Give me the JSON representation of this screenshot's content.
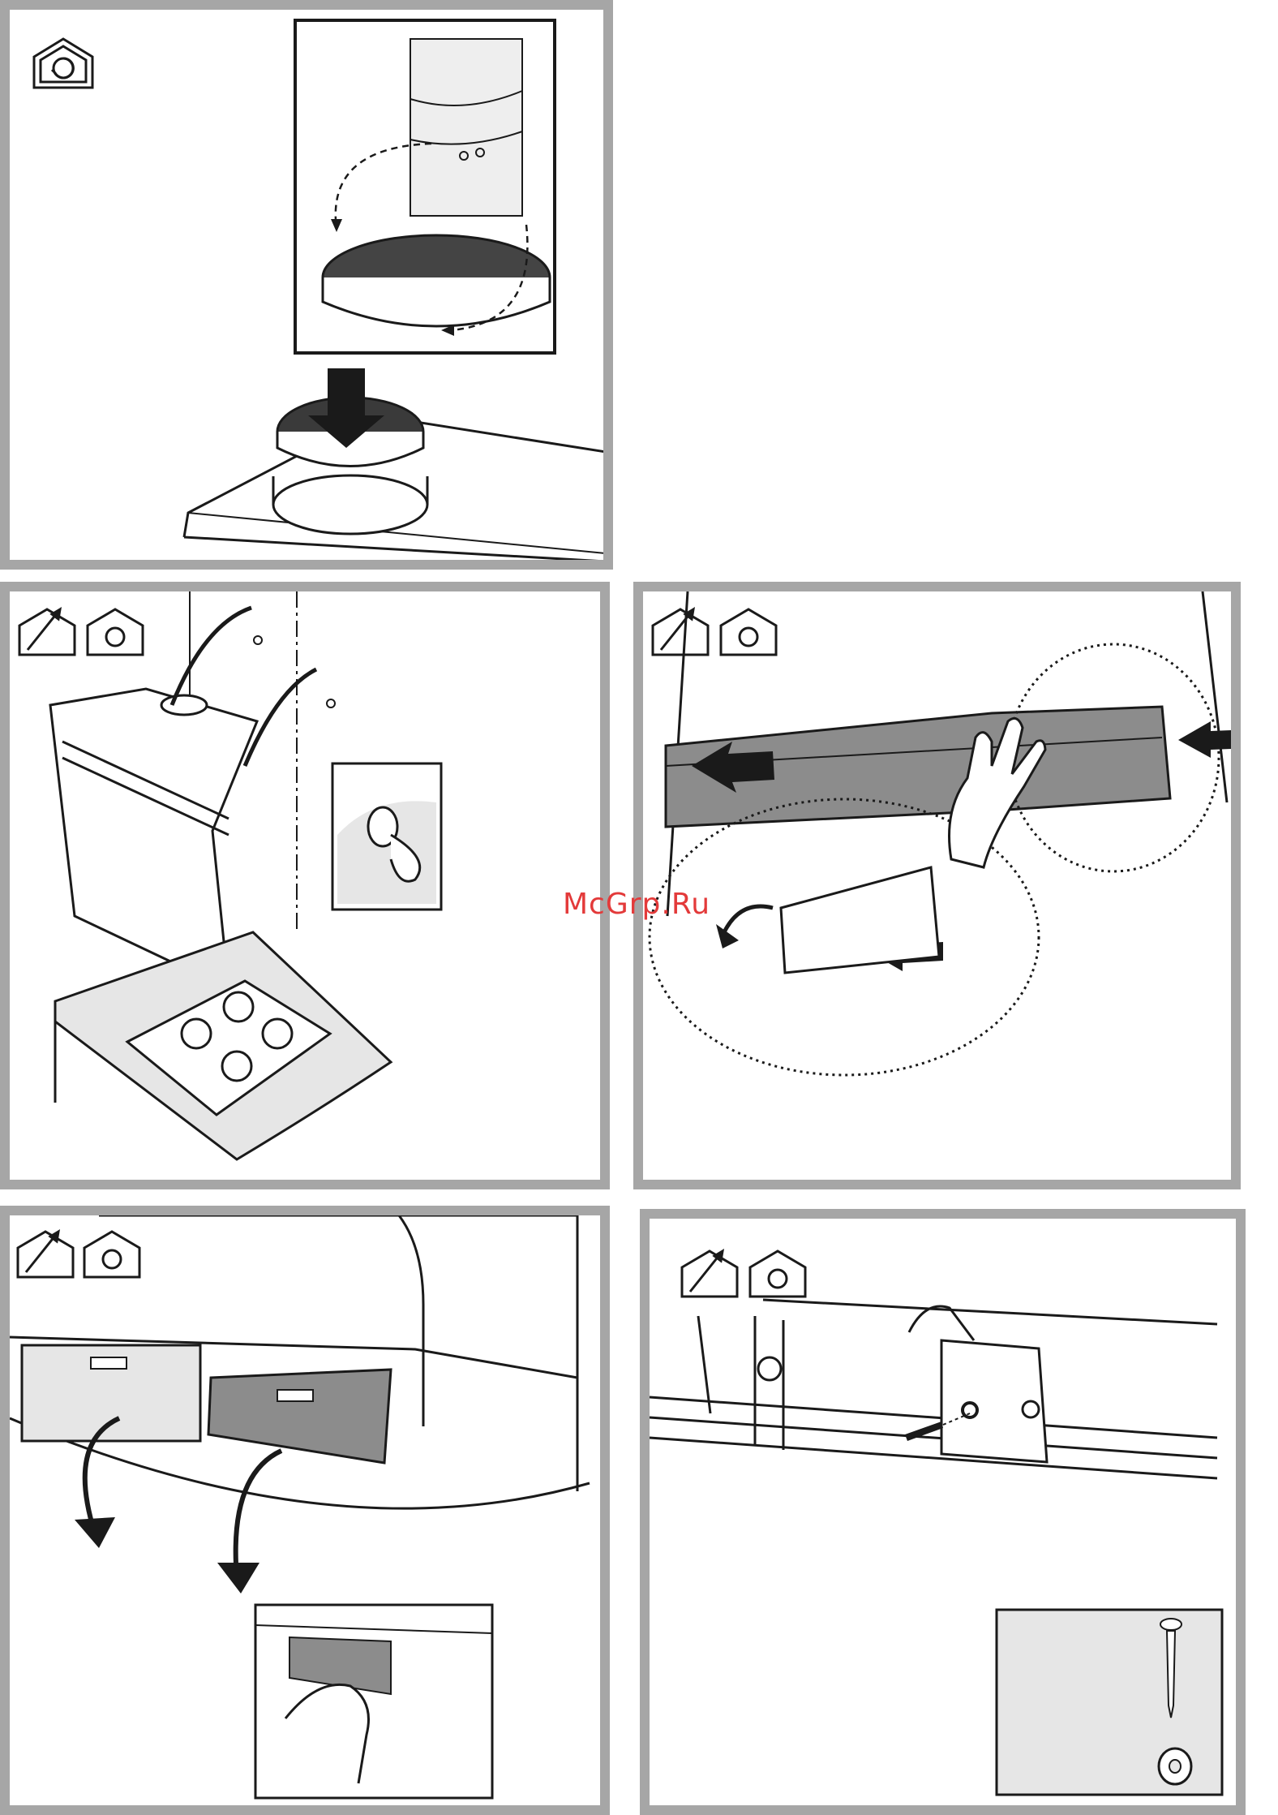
{
  "watermark": {
    "text": "McGrp.Ru",
    "color": "#e33a3a"
  },
  "colors": {
    "panel_border": "#a6a6a6",
    "line": "#1a1a1a",
    "grey_fill": "#8c8c8c",
    "light_fill": "#e6e6e6"
  },
  "panels": [
    {
      "id": "carbon-filter-install",
      "icons": [
        "recirculation-mode-icon"
      ]
    },
    {
      "id": "hood-wall-mount",
      "icons": [
        "extraction-mode-icon",
        "recirculation-mode-icon"
      ]
    },
    {
      "id": "front-trim-fitting",
      "icons": [
        "extraction-mode-icon",
        "recirculation-mode-icon"
      ]
    },
    {
      "id": "grease-filter-removal",
      "icons": [
        "extraction-mode-icon",
        "recirculation-mode-icon"
      ]
    },
    {
      "id": "bracket-screw-fixing",
      "icons": [
        "extraction-mode-icon",
        "recirculation-mode-icon"
      ]
    }
  ]
}
